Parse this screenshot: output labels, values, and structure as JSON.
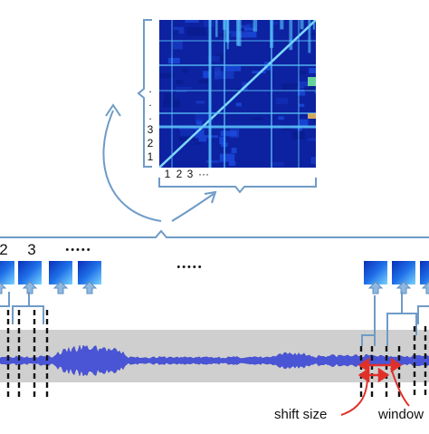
{
  "matrix": {
    "y_labels": [
      "1",
      "2",
      "3",
      ".",
      ".",
      "."
    ],
    "x_labels": [
      "1",
      "2",
      "3",
      "···"
    ]
  },
  "frames": {
    "labels": [
      "2",
      "3",
      "•••••"
    ],
    "middle_dots": "•••••"
  },
  "annotations": {
    "shift_label": "shift size",
    "window_label": "window"
  },
  "colors": {
    "bracket": "#6f9bc7",
    "arrow": "#e0302a",
    "signal": "#4a55d6",
    "band": "#cfcfcf",
    "heat_dark": "#0a1a8c",
    "heat_mid": "#1e50e6",
    "heat_light": "#58c8ff"
  }
}
